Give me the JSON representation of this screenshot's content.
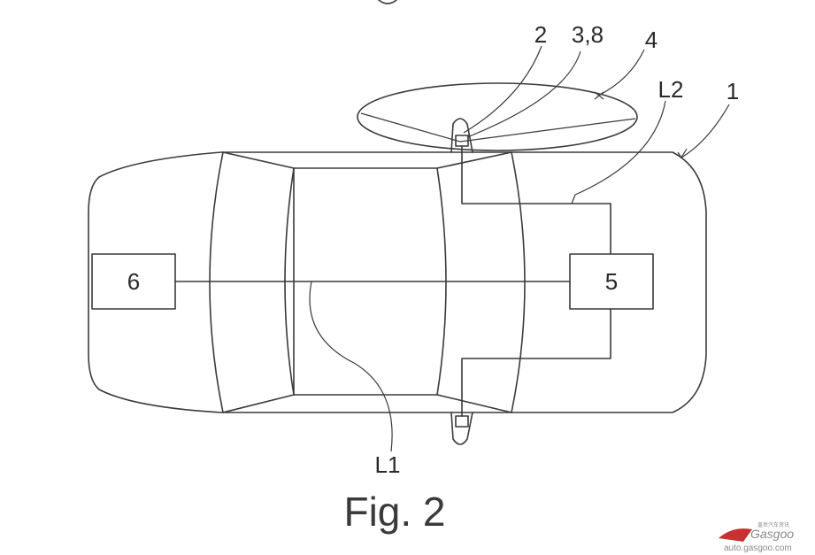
{
  "labels": {
    "sensor": "2",
    "sensor_unit": "3,8",
    "mirror": "4",
    "line2": "L2",
    "vehicle": "1",
    "unit_left": "6",
    "unit_right": "5",
    "line1": "L1"
  },
  "caption": "Fig. 2",
  "watermark": {
    "logo": "Gasgoo",
    "url": "auto.gasgoo.com",
    "chinese": "盖世汽车资讯"
  }
}
